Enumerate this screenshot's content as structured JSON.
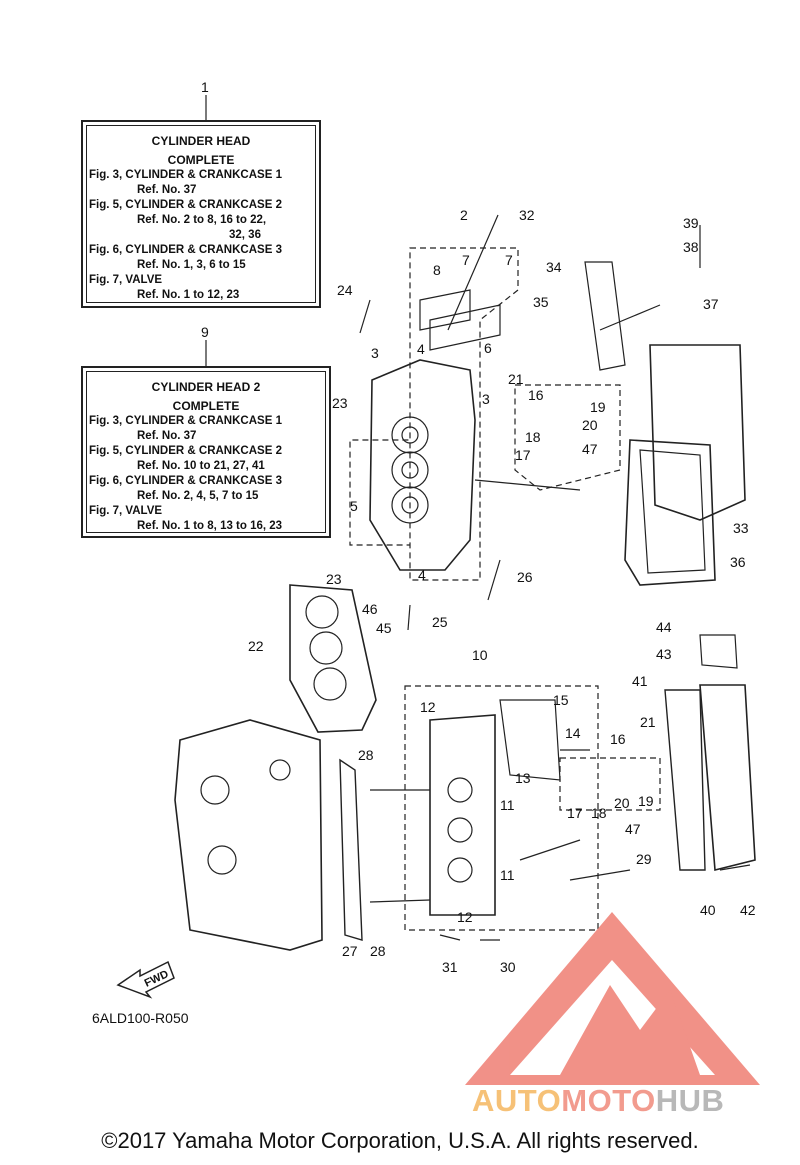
{
  "box1": {
    "title1": "CYLINDER  HEAD",
    "title2": "COMPLETE",
    "rows": [
      "Fig. 3, CYLINDER & CRANKCASE 1",
      "Ref. No. 37",
      "Fig. 5, CYLINDER & CRANKCASE 2",
      "Ref. No. 2 to 8, 16 to 22,",
      "32, 36",
      "Fig. 6, CYLINDER & CRANKCASE 3",
      "Ref. No. 1, 3, 6 to 15",
      "Fig. 7, VALVE",
      "Ref. No. 1 to 12, 23"
    ]
  },
  "box9": {
    "title1": "CYLINDER  HEAD 2",
    "title2": "COMPLETE",
    "rows": [
      "Fig. 3, CYLINDER & CRANKCASE 1",
      "Ref. No. 37",
      "Fig. 5, CYLINDER & CRANKCASE 2",
      "Ref. No. 10 to 21, 27, 41",
      "Fig. 6, CYLINDER & CRANKCASE 3",
      "Ref. No. 2, 4, 5, 7 to 15",
      "Fig. 7, VALVE",
      "Ref. No. 1 to 8, 13 to 16, 23"
    ]
  },
  "callouts": [
    "1",
    "2",
    "3",
    "3",
    "4",
    "4",
    "5",
    "6",
    "7",
    "7",
    "8",
    "9",
    "10",
    "11",
    "11",
    "12",
    "12",
    "13",
    "14",
    "15",
    "16",
    "16",
    "17",
    "17",
    "18",
    "18",
    "19",
    "19",
    "20",
    "20",
    "21",
    "21",
    "22",
    "23",
    "23",
    "24",
    "25",
    "26",
    "27",
    "28",
    "28",
    "29",
    "30",
    "31",
    "32",
    "33",
    "34",
    "35",
    "36",
    "37",
    "38",
    "39",
    "40",
    "41",
    "42",
    "43",
    "44",
    "45",
    "46",
    "47",
    "47"
  ],
  "fwd_label": "FWD",
  "diagram_ref": "6ALD100-R050",
  "watermark": {
    "part1": "AUTO",
    "part2": "MOTO",
    "part3": "HUB"
  },
  "copyright": "©2017 Yamaha Motor Corporation, U.S.A. All rights reserved.",
  "colors": {
    "line": "#222222",
    "watermark_red": "#ee7b70",
    "watermark_orange": "#f6c177",
    "watermark_grey": "#b8b8b8"
  }
}
